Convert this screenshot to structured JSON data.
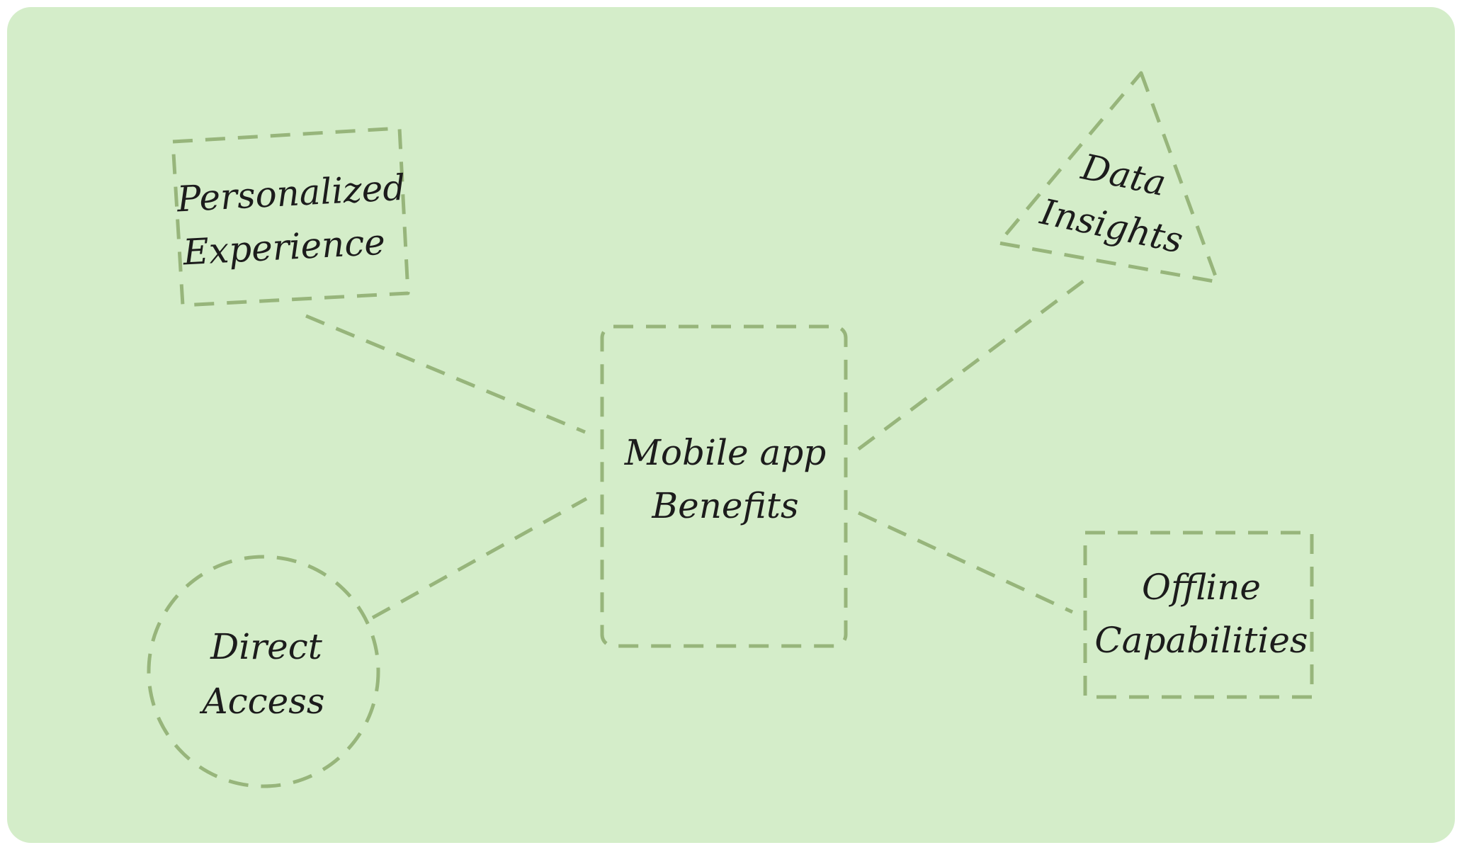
{
  "colors": {
    "background": "#d4edc9",
    "stroke": "#97b57b",
    "text": "#1c1c1c"
  },
  "diagram": {
    "center": {
      "shape": "rounded-rectangle",
      "line1": "Mobile app",
      "line2": "Benefits"
    },
    "nodes": [
      {
        "id": "personalized-experience",
        "shape": "rectangle",
        "line1": "Personalized",
        "line2": "Experience"
      },
      {
        "id": "data-insights",
        "shape": "triangle",
        "line1": "Data",
        "line2": "Insights"
      },
      {
        "id": "direct-access",
        "shape": "circle",
        "line1": "Direct",
        "line2": "Access"
      },
      {
        "id": "offline-capabilities",
        "shape": "rectangle",
        "line1": "Offline",
        "line2": "Capabilities"
      }
    ]
  }
}
